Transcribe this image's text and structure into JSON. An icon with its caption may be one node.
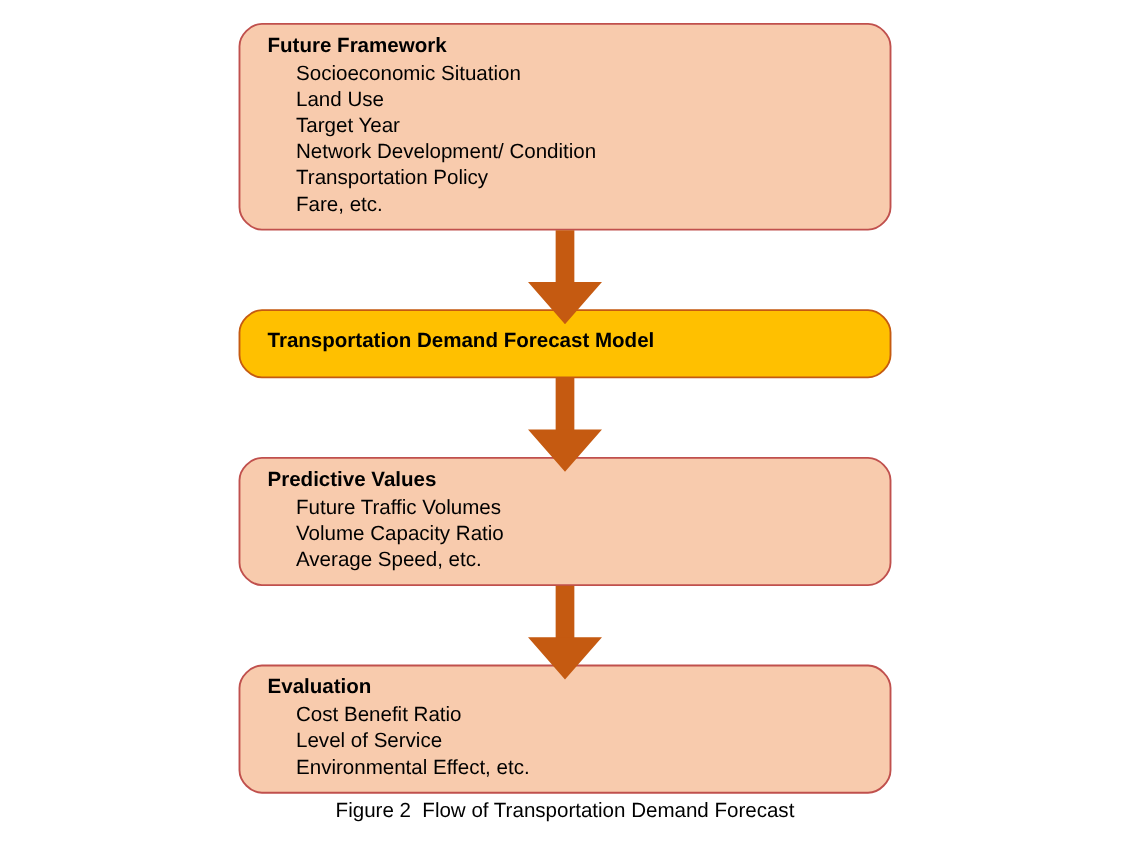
{
  "diagram": {
    "caption": "Figure 2  Flow of Transportation Demand Forecast",
    "nodes": [
      {
        "text": [
          "Future Framework",
          "Socioeconomic Situation",
          "Land Use",
          "Target Year",
          "Network Development/ Condition",
          "Transportation Policy",
          "Fare, etc."
        ]
      },
      {
        "text": [
          "Transportation Demand Forecast Model"
        ]
      },
      {
        "text": [
          "Predictive Values",
          "Future Traffic Volumes",
          "Volume Capacity Ratio",
          "Average Speed, etc."
        ]
      },
      {
        "text": [
          "Evaluation",
          "Cost Benefit Ratio",
          "Level of Service",
          "Environmental Effect, etc."
        ]
      }
    ],
    "edges": [
      {
        "from": 0,
        "to": 1,
        "arrow": "to"
      },
      {
        "from": 1,
        "to": 2,
        "arrow": "to"
      },
      {
        "from": 2,
        "to": 3,
        "arrow": "to"
      }
    ]
  }
}
